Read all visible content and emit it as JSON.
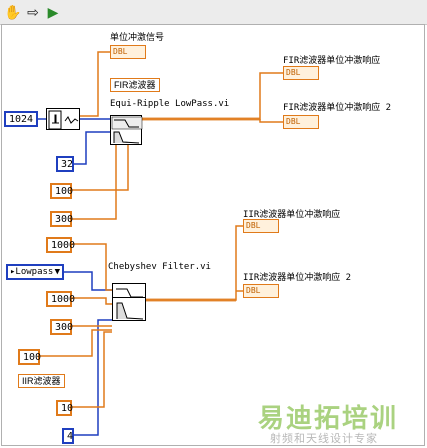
{
  "toolbar": {
    "icons": [
      "hand-icon",
      "arrow-right-icon",
      "run-arrow-icon"
    ]
  },
  "constants": {
    "length": "1024",
    "ripple_order": "32",
    "c100_top": "100",
    "c300_top": "300",
    "c1000_top": "1000",
    "c1000_bottom": "1000",
    "c300_bottom": "300",
    "c100_bottom": "100",
    "c10": "10",
    "c4": "4"
  },
  "labels": {
    "impulse_signal": "单位冲激信号",
    "fir_filter": "FIR滤波器",
    "equiripple_vi": "Equi-Ripple LowPass.vi",
    "fir_impulse_1": "FIR滤波器单位冲激响应",
    "fir_impulse_2": "FIR滤波器单位冲激响应 2",
    "chebyshev_vi": "Chebyshev Filter.vi",
    "iir_impulse_1": "IIR滤波器单位冲激响应",
    "iir_impulse_2": "IIR滤波器单位冲激响应 2",
    "iir_filter": "IIR滤波器"
  },
  "indicators": {
    "dbl": "DBL"
  },
  "enum": {
    "lowpass": "Lowpass"
  },
  "watermark": {
    "main": "易迪拓培训",
    "sub": "射频和天线设计专家"
  },
  "colors": {
    "int_wire": "#1f3fbf",
    "dbl_wire": "#e07a1a"
  }
}
